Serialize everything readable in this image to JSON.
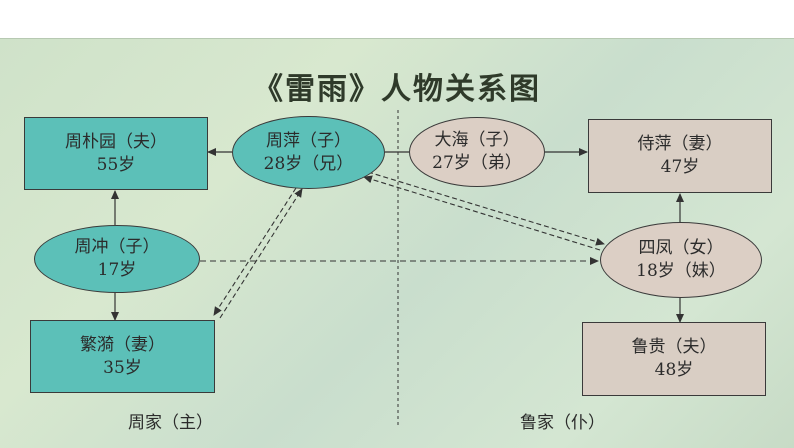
{
  "title": "《雷雨》人物关系图",
  "nodes": {
    "zhou_puyuan": {
      "name": "周朴园（夫）",
      "age": "55岁"
    },
    "zhou_ping": {
      "name": "周萍（子）",
      "age": "28岁（兄）"
    },
    "zhou_chong": {
      "name": "周冲（子）",
      "age": "17岁"
    },
    "fan_yi": {
      "name": "繁漪（妻）",
      "age": "35岁"
    },
    "da_hai": {
      "name": "大海（子）",
      "age": "27岁（弟）"
    },
    "shi_ping": {
      "name": "侍萍（妻）",
      "age": "47岁"
    },
    "si_feng": {
      "name": "四凤（女）",
      "age": "18岁（妹）"
    },
    "lu_gui": {
      "name": "鲁贵（夫）",
      "age": "48岁"
    }
  },
  "captions": {
    "zhou_family": "周家（主）",
    "lu_family": "鲁家（仆）"
  },
  "colors": {
    "zhou": "#5cc0b8",
    "lu": "#dccfc5",
    "background": "#d2e4cc"
  }
}
